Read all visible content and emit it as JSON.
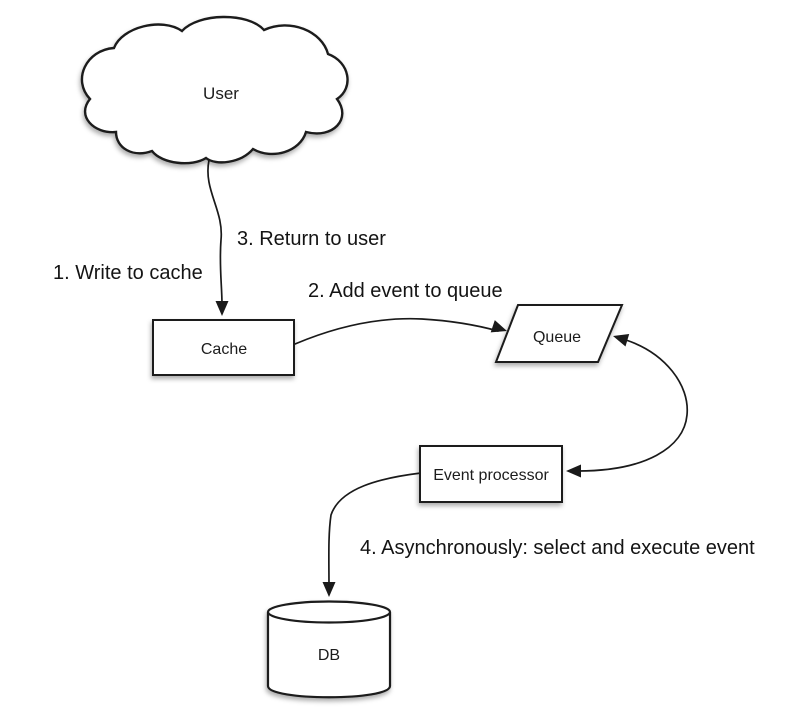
{
  "diagram": {
    "nodes": {
      "user": "User",
      "cache": "Cache",
      "queue": "Queue",
      "event_processor": "Event processor",
      "db": "DB"
    },
    "steps": {
      "step1": "1. Write to cache",
      "step2": "2. Add event to queue",
      "step3": "3. Return to user",
      "step4": "4. Asynchronously: select and execute event"
    },
    "colors": {
      "background": "#ffffff",
      "shape_fill": "#ffffff",
      "stroke": "#1a1a1a",
      "text": "#1a1a1a"
    }
  }
}
